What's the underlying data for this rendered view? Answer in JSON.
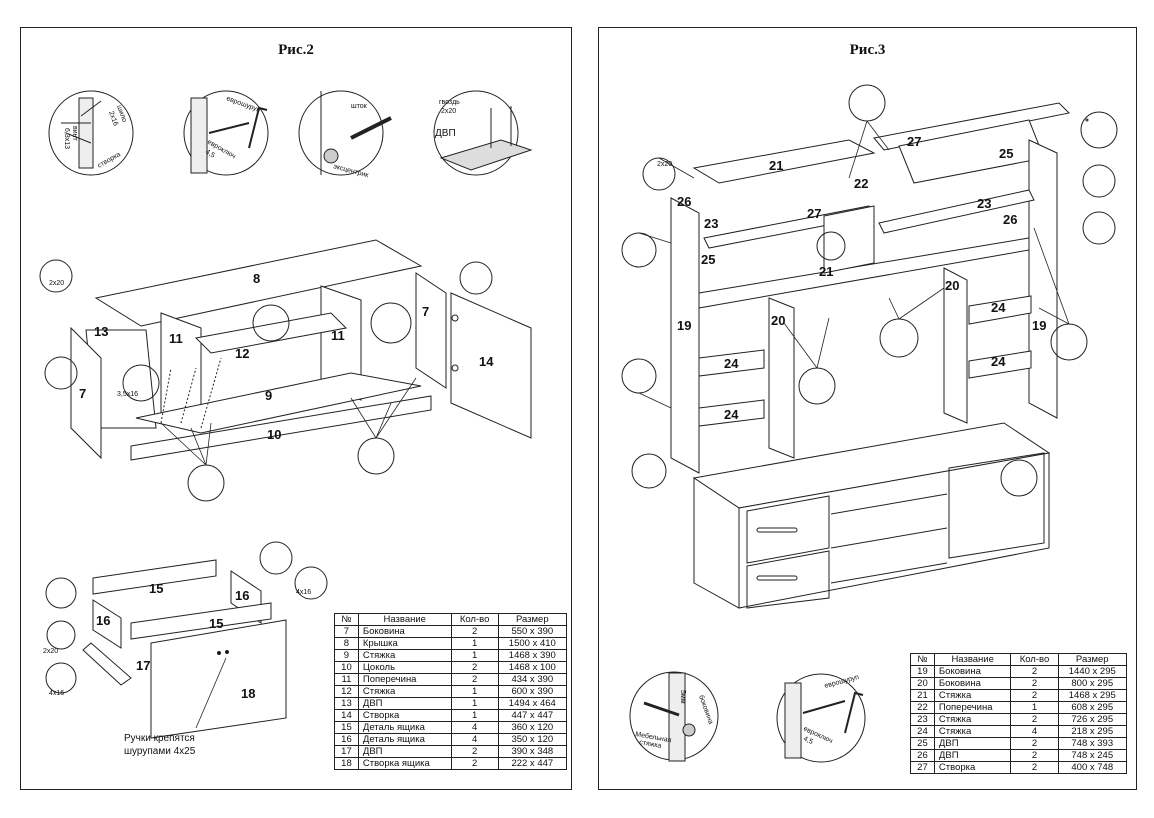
{
  "fig2": {
    "title": "Рис.2",
    "callouts": {
      "hinge": {
        "a": "шило",
        "b": "2х16",
        "c": "винт",
        "d": "6,3х13",
        "e": "створка"
      },
      "euroscrew": {
        "a": "еврошуруп",
        "b": "евроключ",
        "c": "4,5"
      },
      "eccentric": {
        "a": "шток",
        "b": "эксцентрик"
      },
      "nail": {
        "a": "гвоздь",
        "b": "2х20",
        "c": "ДВП"
      }
    },
    "screws": {
      "s1": "2х20",
      "s2": "3,5х16",
      "s3": "4х16",
      "s4": "2х20",
      "s5": "4х16"
    },
    "part_labels": {
      "p8": "8",
      "p13": "13",
      "p7a": "7",
      "p7b": "7",
      "p11a": "11",
      "p11b": "11",
      "p12": "12",
      "p9": "9",
      "p10": "10",
      "p14": "14",
      "p15a": "15",
      "p15b": "15",
      "p16a": "16",
      "p16b": "16",
      "p17": "17",
      "p18": "18"
    },
    "note_line1": "Ручки крепятся",
    "note_line2": "шурупами 4х25",
    "table": {
      "headers": [
        "№",
        "Название",
        "Кол-во",
        "Размер"
      ],
      "rows": [
        [
          "7",
          "Боковина",
          "2",
          "550 х 390"
        ],
        [
          "8",
          "Крышка",
          "1",
          "1500 х 410"
        ],
        [
          "9",
          "Стяжка",
          "1",
          "1468 х 390"
        ],
        [
          "10",
          "Цоколь",
          "2",
          "1468 х 100"
        ],
        [
          "11",
          "Поперечина",
          "2",
          "434 х 390"
        ],
        [
          "12",
          "Стяжка",
          "1",
          "600 х 390"
        ],
        [
          "13",
          "ДВП",
          "1",
          "1494 х 464"
        ],
        [
          "14",
          "Створка",
          "1",
          "447 х 447"
        ],
        [
          "15",
          "Деталь ящика",
          "4",
          "360 х 120"
        ],
        [
          "16",
          "Деталь ящика",
          "4",
          "350 х 120"
        ],
        [
          "17",
          "ДВП",
          "2",
          "390 х 348"
        ],
        [
          "18",
          "Створка ящика",
          "2",
          "222 х 447"
        ]
      ]
    }
  },
  "fig3": {
    "title": "Рис.3",
    "screws": {
      "s1": "2х20"
    },
    "part_labels": {
      "p21a": "21",
      "p26a": "26",
      "p23a": "23",
      "p27a": "27",
      "p22": "22",
      "p25a": "25",
      "p21b": "21",
      "p27b": "27",
      "p25b": "25",
      "p23b": "23",
      "p26b": "26",
      "p19a": "19",
      "p20a": "20",
      "p24a": "24",
      "p24b": "24",
      "p20b": "20",
      "p24c": "24",
      "p24d": "24",
      "p19b": "19"
    },
    "callouts": {
      "side": {
        "a": "5мм",
        "b": "боковина",
        "c": "Мебельная",
        "d": "стяжка"
      },
      "euroscrew": {
        "a": "еврошуруп",
        "b": "евроключ",
        "c": "4,5"
      }
    },
    "table": {
      "headers": [
        "№",
        "Название",
        "Кол-во",
        "Размер"
      ],
      "rows": [
        [
          "19",
          "Боковина",
          "2",
          "1440 х 295"
        ],
        [
          "20",
          "Боковина",
          "2",
          "800 х 295"
        ],
        [
          "21",
          "Стяжка",
          "2",
          "1468 х 295"
        ],
        [
          "22",
          "Поперечина",
          "1",
          "608 х 295"
        ],
        [
          "23",
          "Стяжка",
          "2",
          "726 х 295"
        ],
        [
          "24",
          "Стяжка",
          "4",
          "218 х 295"
        ],
        [
          "25",
          "ДВП",
          "2",
          "748 х 393"
        ],
        [
          "26",
          "ДВП",
          "2",
          "748 х 245"
        ],
        [
          "27",
          "Створка",
          "2",
          "400 х 748"
        ]
      ]
    }
  }
}
